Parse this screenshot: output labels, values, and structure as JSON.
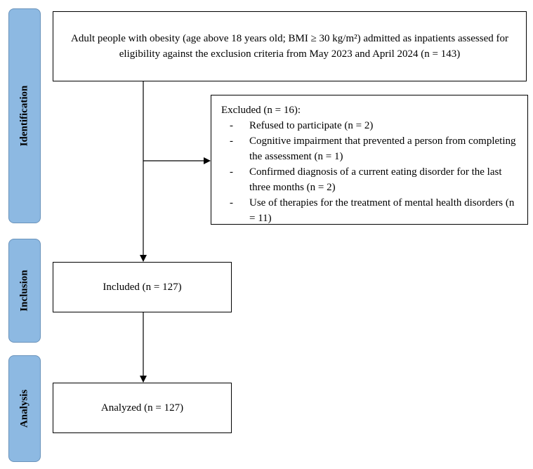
{
  "phases": {
    "identification": "Identification",
    "inclusion": "Inclusion",
    "analysis": "Analysis"
  },
  "boxes": {
    "assessed": "Adult people with obesity (age above 18 years old; BMI ≥ 30 kg/m²) admitted as inpatients assessed for eligibility against the exclusion criteria from May 2023 and April 2024 (n = 143)",
    "excluded": {
      "title": "Excluded (n = 16):",
      "items": [
        "Refused to participate (n = 2)",
        "Cognitive impairment that prevented a person from completing the assessment (n = 1)",
        "Confirmed diagnosis of a current eating disorder for the last three months (n = 2)",
        "Use of therapies for the treatment of mental health disorders (n = 11)"
      ],
      "bullet": "-"
    },
    "included": "Included (n = 127)",
    "analyzed": "Analyzed (n = 127)"
  },
  "colors": {
    "phase_fill": "#8db9e2",
    "line": "#000000"
  }
}
